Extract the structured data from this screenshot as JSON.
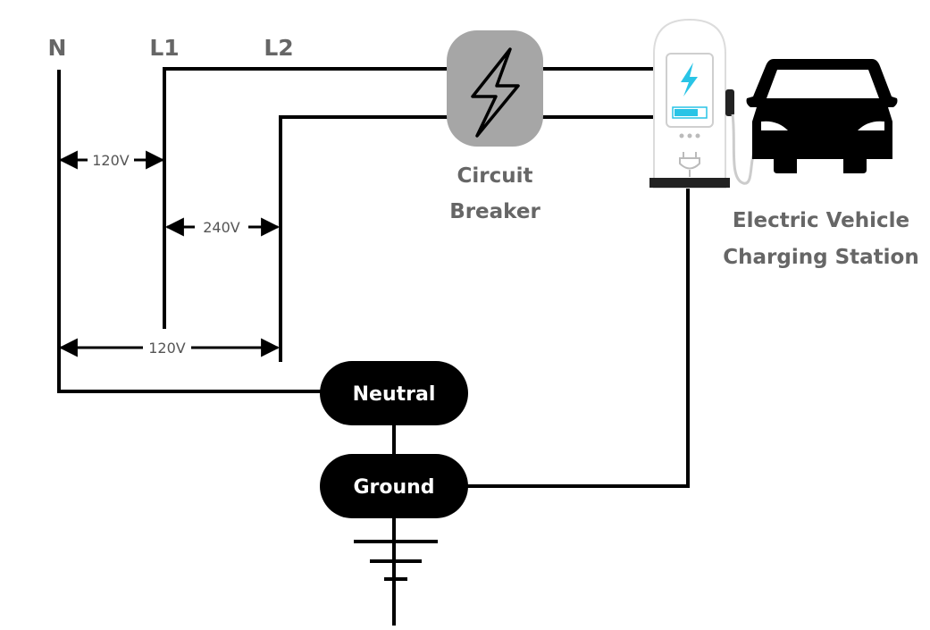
{
  "lines": {
    "n": "N",
    "l1": "L1",
    "l2": "L2"
  },
  "voltages": {
    "n_l1": "120V",
    "l1_l2": "240V",
    "n_l2": "120V"
  },
  "breaker": {
    "line1": "Circuit",
    "line2": "Breaker",
    "icon": "lightning-bolt-icon"
  },
  "charger": {
    "line1": "Electric Vehicle",
    "line2": "Charging Station",
    "icon": "ev-charger-icon"
  },
  "car": {
    "icon": "car-icon"
  },
  "neutral": {
    "label": "Neutral"
  },
  "ground": {
    "label": "Ground",
    "icon": "earth-ground-icon"
  },
  "colors": {
    "wire": "#000000",
    "breaker": "#a6a6a6",
    "label": "#666666",
    "bolt": "#29c4e6",
    "pill": "#000000"
  }
}
